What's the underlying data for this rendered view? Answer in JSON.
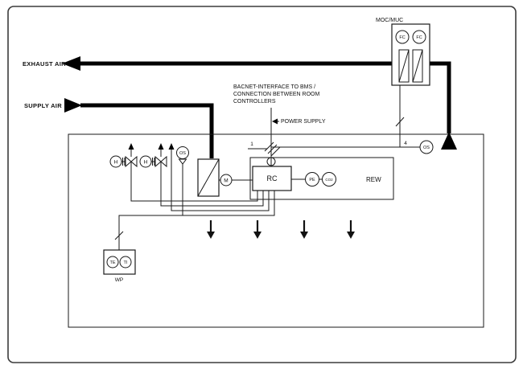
{
  "labels": {
    "exhaust_air": "EXHAUST AIR",
    "supply_air": "SUPPLY AIR",
    "moc_muc": "MOC/MUC",
    "bacnet_line1": "BACNET-INTERFACE TO BMS /",
    "bacnet_line2": "CONNECTION BETWEEN ROOM",
    "bacnet_line3": "CONTROLLERS",
    "power_supply": "POWER SUPPLY",
    "rc": "RC",
    "rew": "REW",
    "wp": "WP",
    "wire_1": "1",
    "wire_4": "4"
  },
  "instruments": {
    "fc1": "FC",
    "fc2": "FC",
    "os_left": "OS",
    "os_right": "OS",
    "motor": "M",
    "pe": "PE",
    "co2": "CO2",
    "te": "TE",
    "ti": "TI",
    "h1": "H",
    "h2": "H"
  },
  "colors": {
    "line": "#1a1a1a",
    "duct": "#000000",
    "background": "#ffffff"
  }
}
